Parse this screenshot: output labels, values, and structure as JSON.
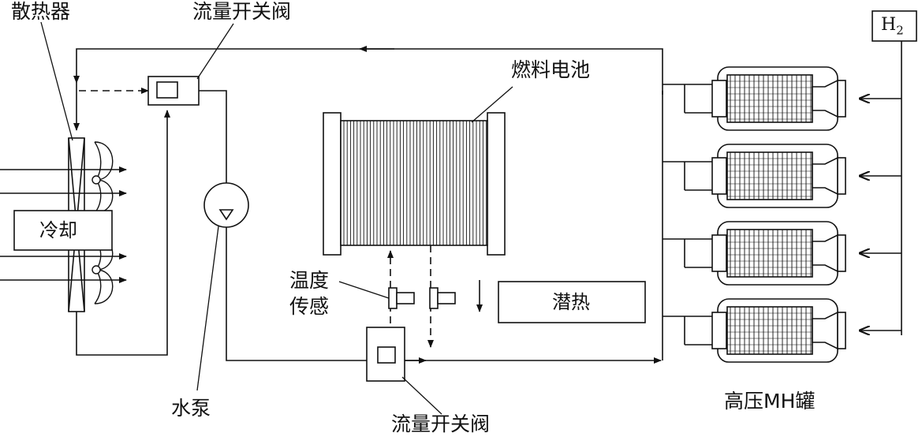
{
  "labels": {
    "radiator": "散热器",
    "valve_top": "流量开关阀",
    "fuel_cell": "燃料电池",
    "cooling": "冷却",
    "temp_sensor_line1": "温度",
    "temp_sensor_line2": "传感",
    "latent_heat": "潜热",
    "water_pump": "水泵",
    "valve_bottom": "流量开关阀",
    "mh_tank": "高压MH罐",
    "hydrogen_main": "H",
    "hydrogen_sub": "2"
  },
  "colors": {
    "line": "#111111",
    "background": "#ffffff"
  },
  "tanks": {
    "count": 4
  }
}
